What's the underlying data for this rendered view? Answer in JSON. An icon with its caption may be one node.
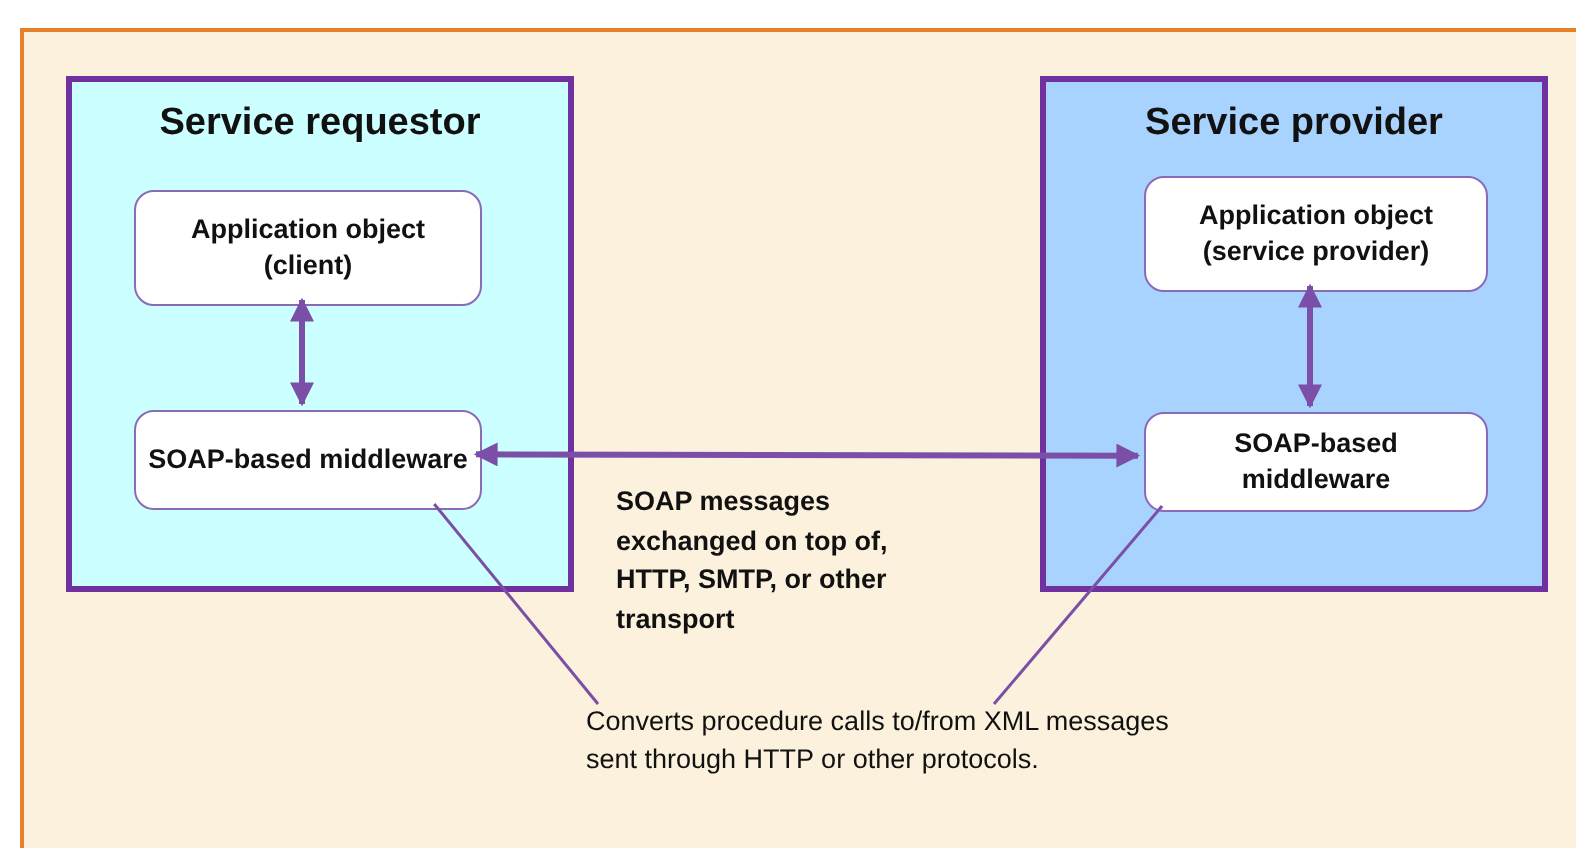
{
  "diagram": {
    "nodes": [
      {
        "text": [
          "Service requestor"
        ]
      },
      {
        "text": [
          "Application object (client)"
        ],
        "in": 0
      },
      {
        "text": [
          "SOAP-based middleware"
        ],
        "in": 0
      },
      {
        "text": [
          "Service provider"
        ]
      },
      {
        "text": [
          "Application object (service provider)"
        ],
        "in": 3
      },
      {
        "text": [
          "SOAP-based middleware"
        ],
        "in": 3
      },
      {
        "text": [
          "Converts procedure calls to/from XML messages sent through HTTP or other protocols."
        ]
      }
    ],
    "edges": [
      {
        "from": 1,
        "to": 2,
        "arrow": "both"
      },
      {
        "from": 2,
        "to": 5,
        "arrow": "both",
        "label": "SOAP messages exchanged on top of, HTTP, SMTP, or other transport"
      },
      {
        "from": 4,
        "to": 5,
        "arrow": "both"
      },
      {
        "from": 6,
        "to": 2,
        "arrow": "none"
      },
      {
        "from": 6,
        "to": 5,
        "arrow": "none"
      }
    ]
  }
}
